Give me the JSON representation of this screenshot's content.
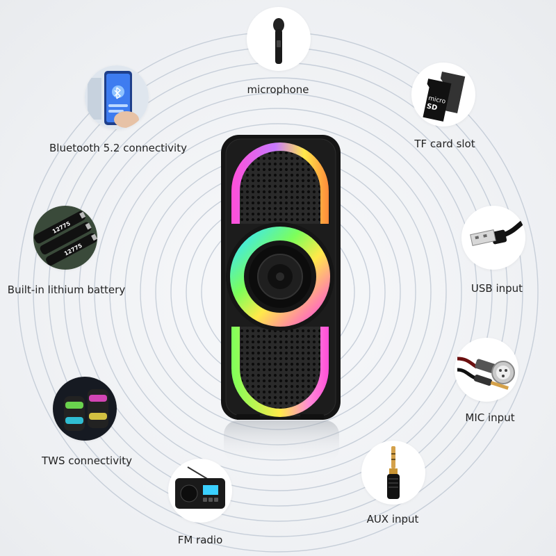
{
  "features": {
    "microphone": {
      "label": "microphone",
      "icon": "microphone-icon"
    },
    "tf_card": {
      "label": "TF card slot",
      "icon": "microsd-card-icon"
    },
    "bluetooth": {
      "label": "Bluetooth 5.2 connectivity",
      "icon": "phone-bluetooth-icon"
    },
    "battery": {
      "label": "Built-in lithium battery",
      "icon": "battery-cells-icon",
      "cell_text": "12775"
    },
    "usb": {
      "label": "USB input",
      "icon": "usb-plug-icon"
    },
    "mic_input": {
      "label": "MIC input",
      "icon": "xlr-cable-icon"
    },
    "tws": {
      "label": "TWS connectivity",
      "icon": "twin-speakers-icon"
    },
    "aux": {
      "label": "AUX input",
      "icon": "aux-jack-icon"
    },
    "fm": {
      "label": "FM radio",
      "icon": "radio-icon"
    }
  },
  "colors": {
    "background": "#eef0f3",
    "ring": "#b9c3d0",
    "speaker_body": "#151515",
    "light_pink": "#ff4fd8",
    "light_green": "#7dff5a",
    "light_cyan": "#35e5ff",
    "light_yellow": "#ffe94a"
  }
}
